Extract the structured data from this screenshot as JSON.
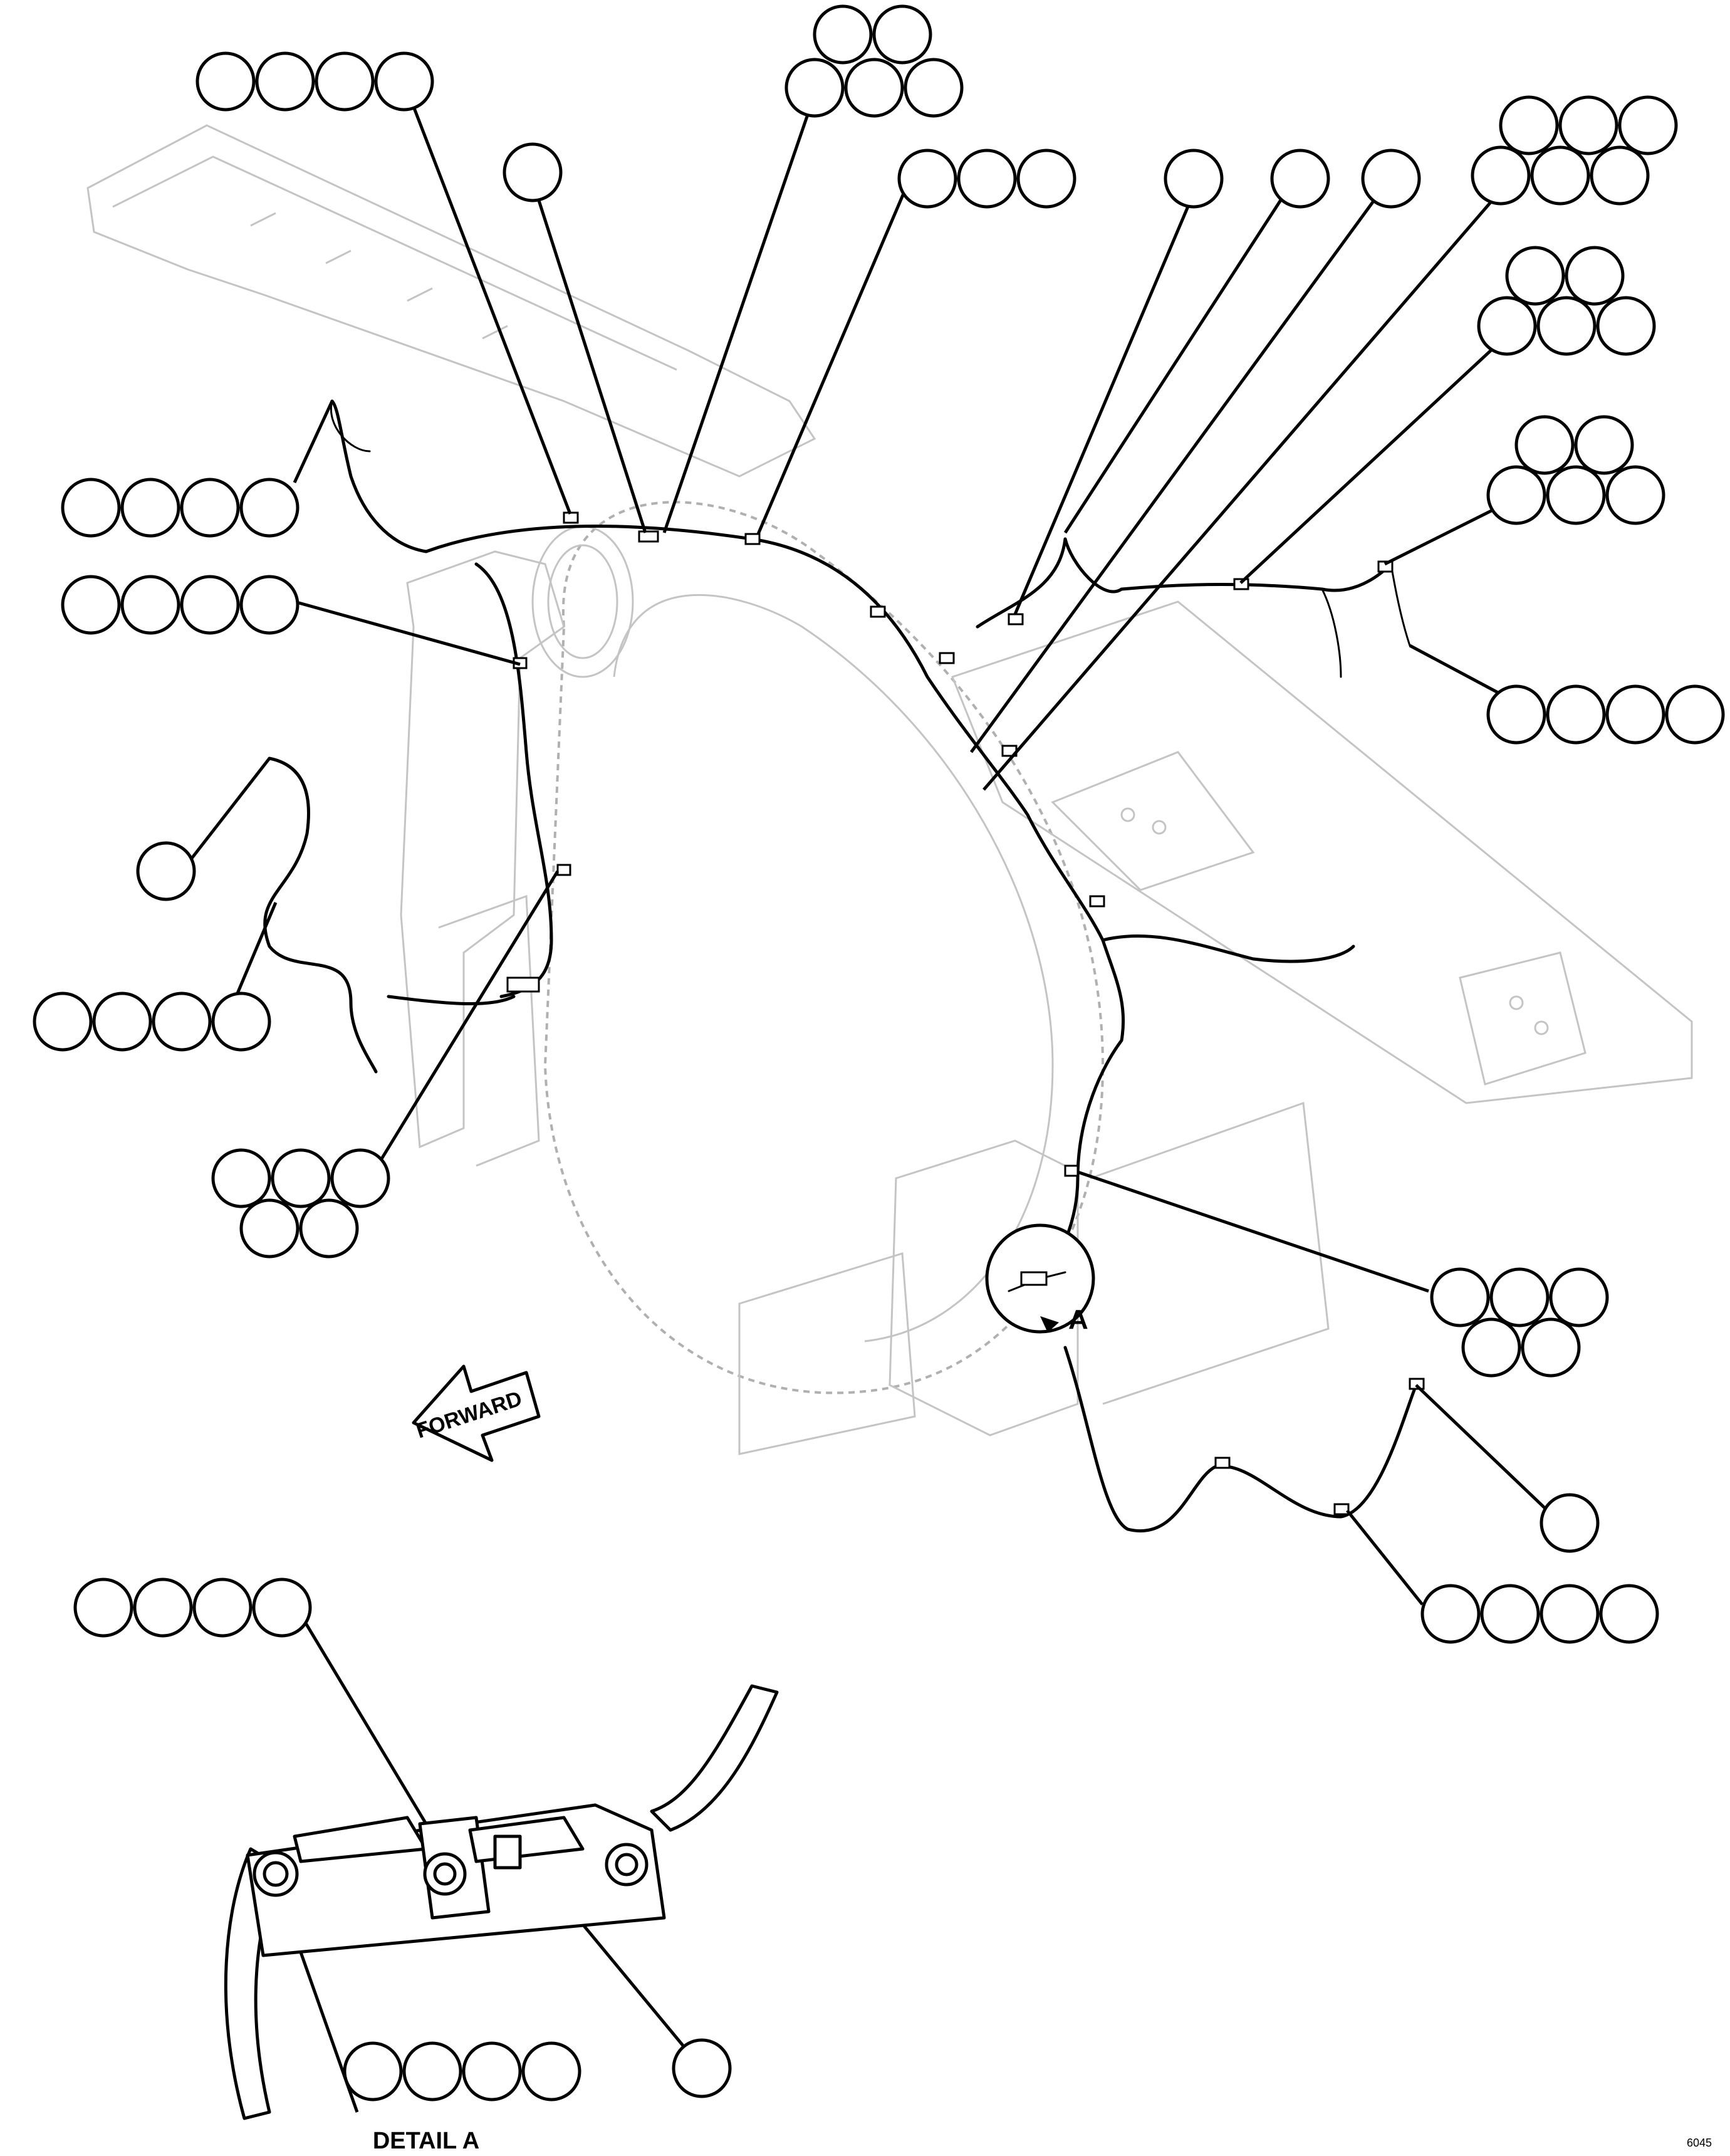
{
  "labels": {
    "forward": "FORWARD",
    "view_marker": "A",
    "detail_caption": "DETAIL A",
    "corner_code": "6045"
  },
  "callout_groups": [
    {
      "count": 4
    },
    {
      "count": 1
    },
    {
      "count": 5
    },
    {
      "count": 3
    },
    {
      "count": 1
    },
    {
      "count": 1
    },
    {
      "count": 1
    },
    {
      "count": 6
    },
    {
      "count": 5
    },
    {
      "count": 5
    },
    {
      "count": 4
    },
    {
      "count": 4
    },
    {
      "count": 4
    },
    {
      "count": 1
    },
    {
      "count": 4
    },
    {
      "count": 5
    },
    {
      "count": 5
    },
    {
      "count": 1
    },
    {
      "count": 4
    },
    {
      "count": 4
    },
    {
      "count": 4
    },
    {
      "count": 1
    }
  ]
}
